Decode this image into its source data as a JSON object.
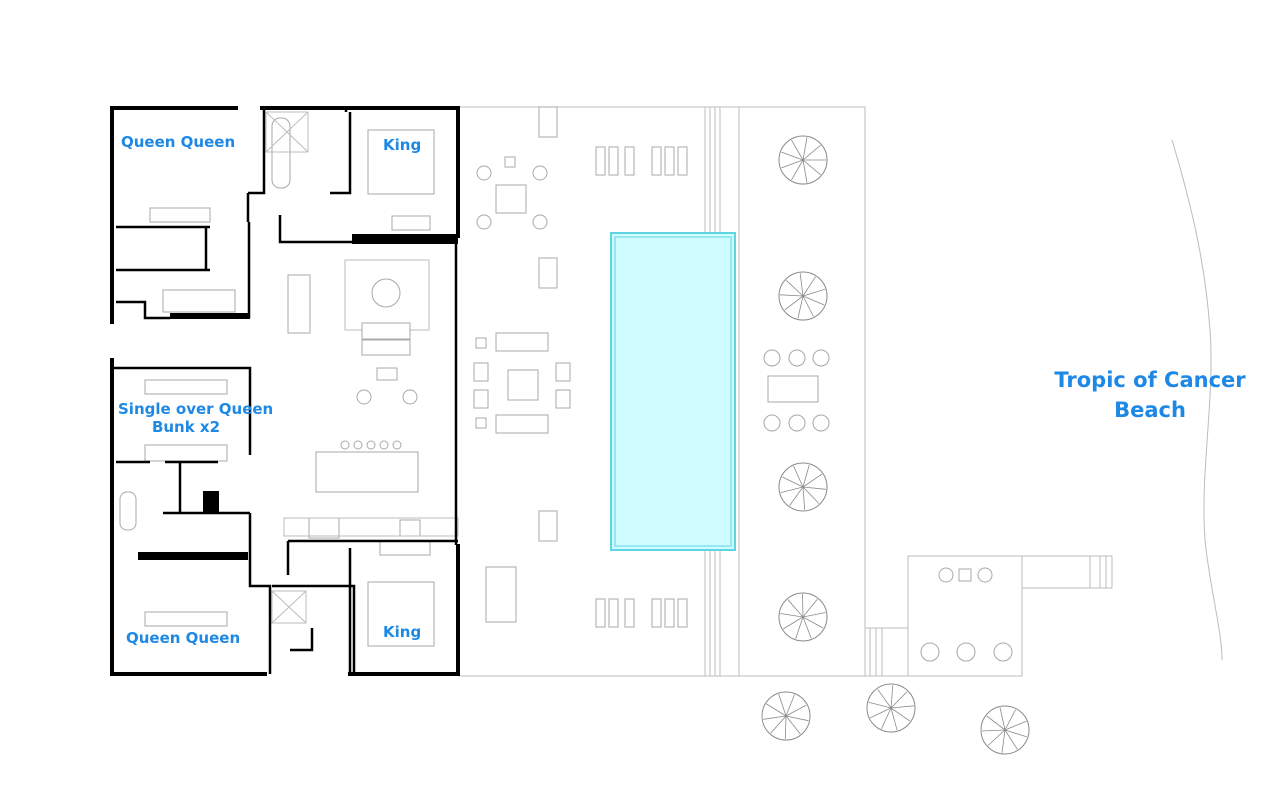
{
  "labels": {
    "room_top_left": "Queen Queen",
    "room_top_king": "King",
    "room_mid_left_line1": "Single over Queen",
    "room_mid_left_line2": "Bunk x2",
    "room_bottom_left": "Queen Queen",
    "room_bottom_king": "King",
    "beach_line1": "Tropic of Cancer",
    "beach_line2": "Beach"
  },
  "colors": {
    "label_blue": "#1e88e5",
    "pool_fill": "#cffcff",
    "pool_edge": "#5fd4e3",
    "wall": "#000000",
    "line": "#bdbdbd"
  }
}
